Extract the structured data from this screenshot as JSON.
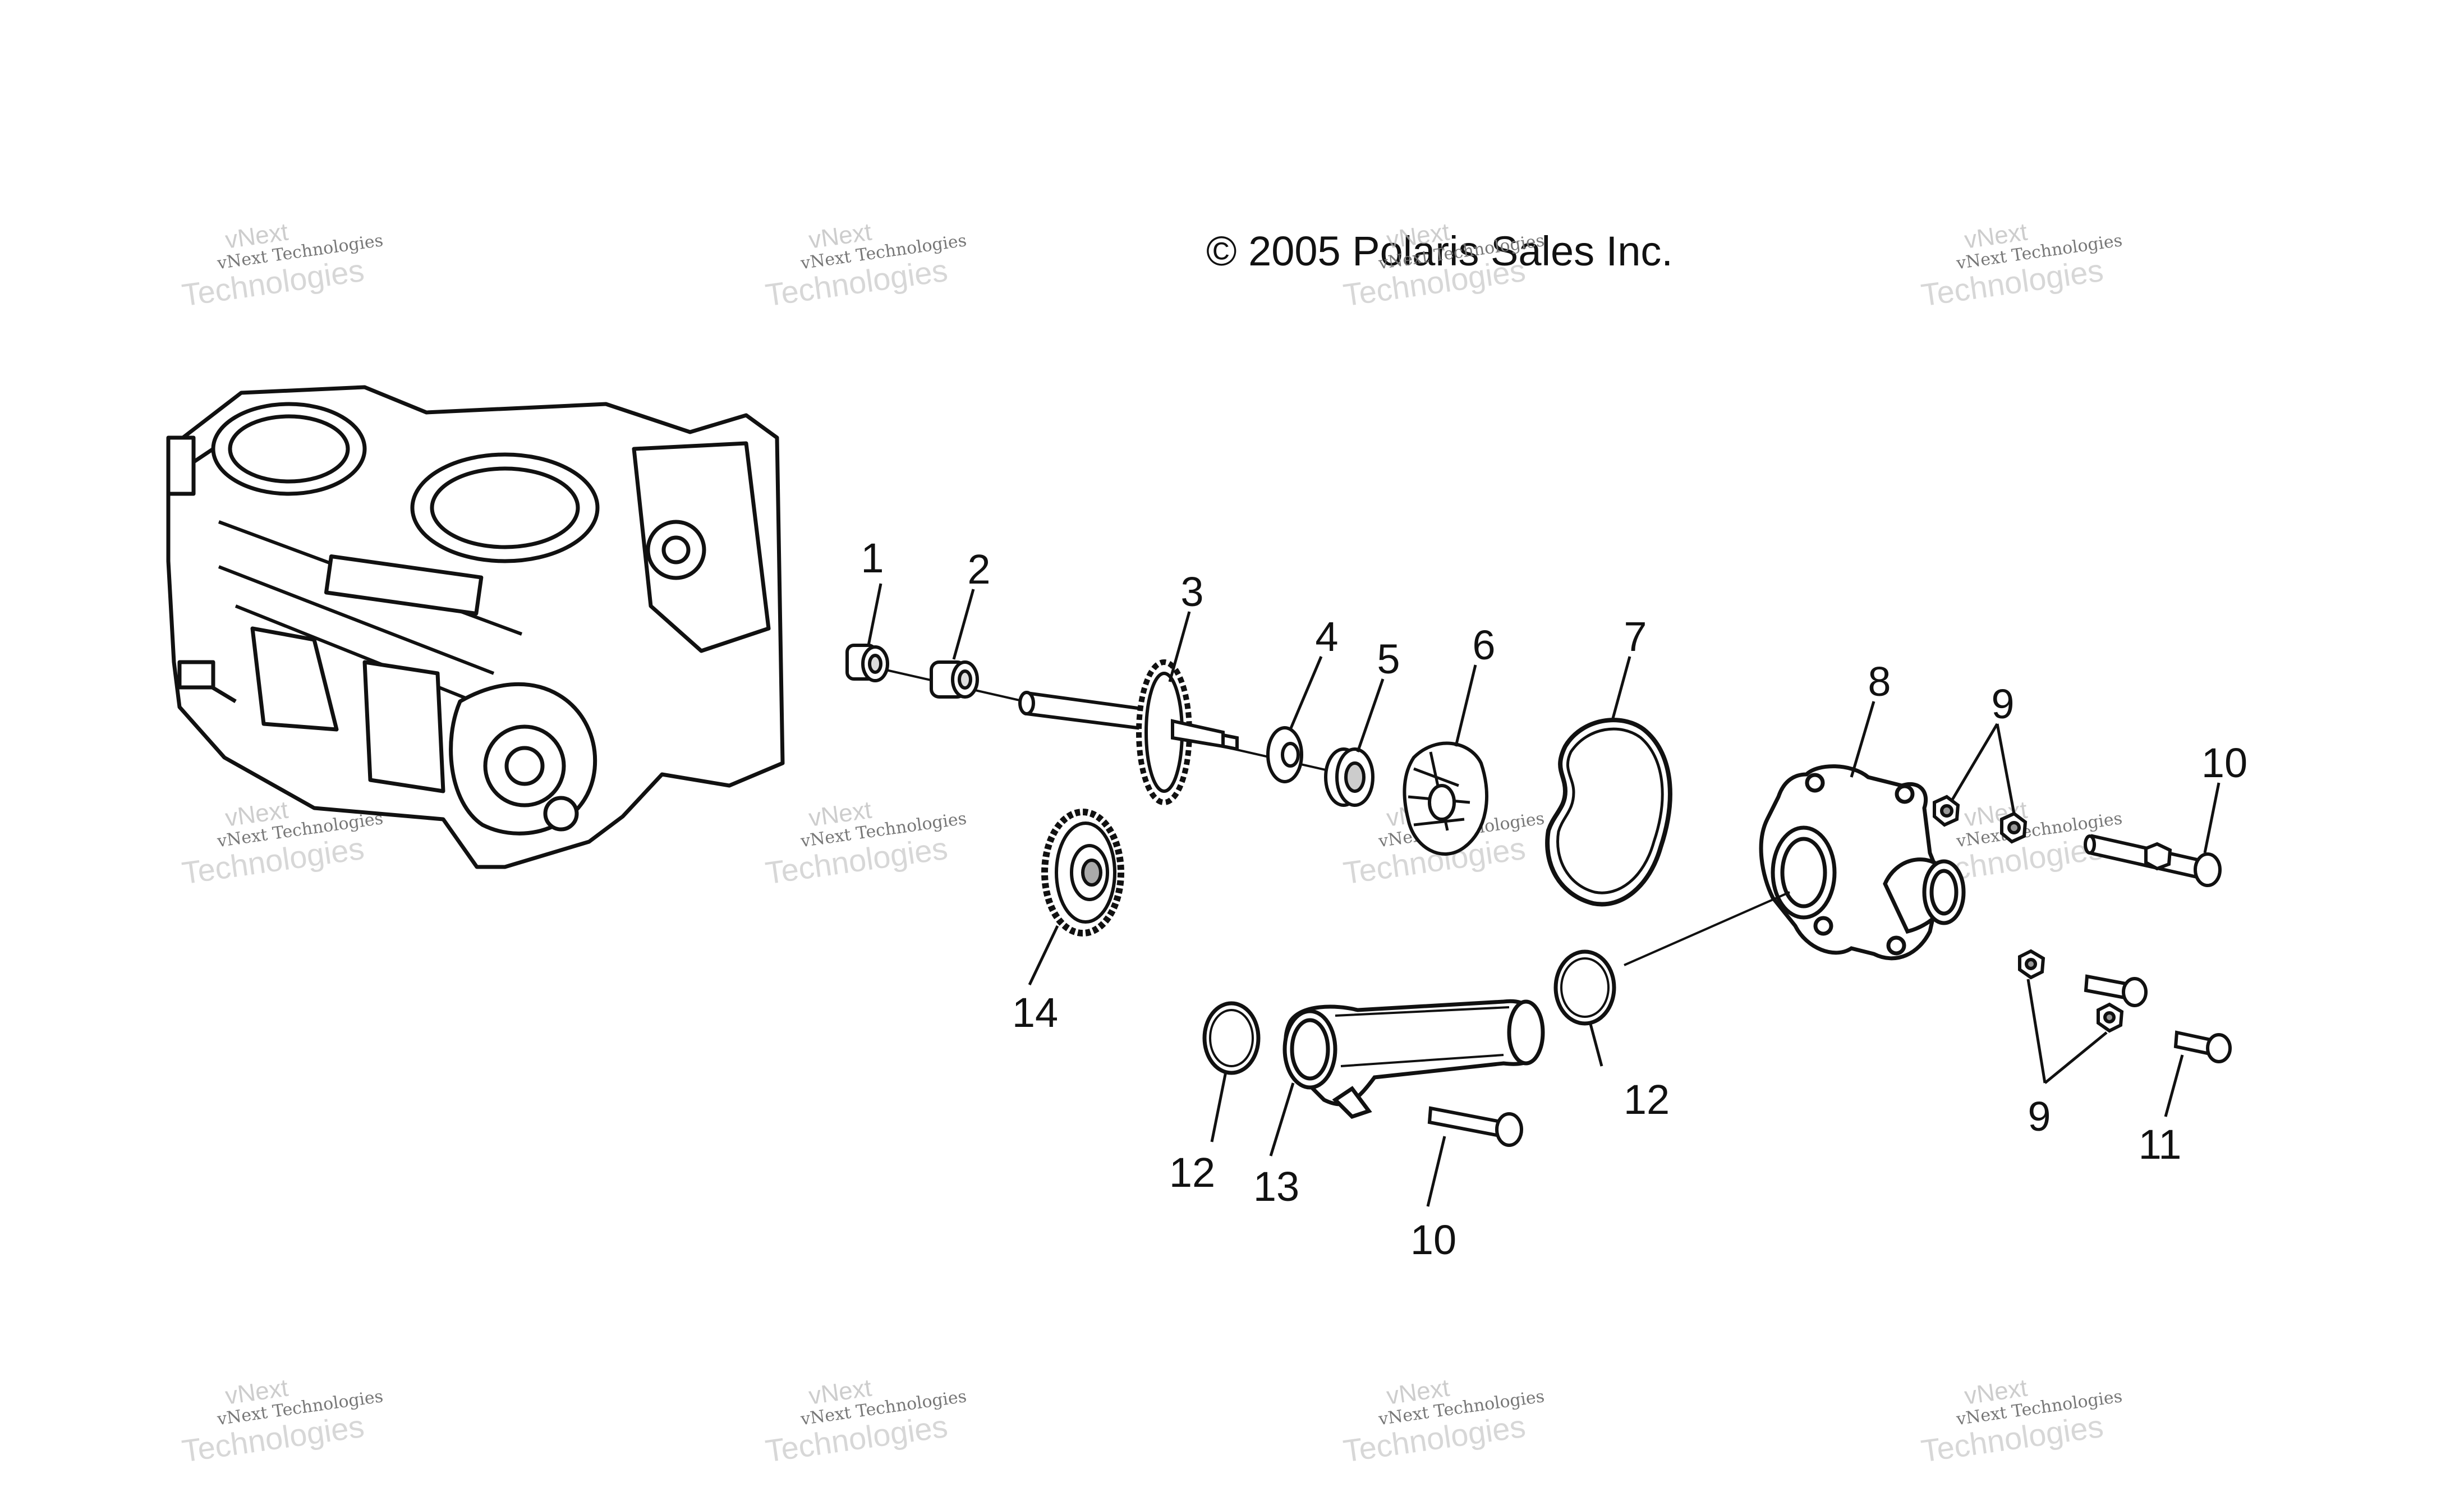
{
  "copyright": "© 2005 Polaris Sales Inc.",
  "watermark": {
    "line1": "vNext",
    "line2": "vNext Technologies",
    "line3": "Technologies"
  },
  "callouts": {
    "c1": "1",
    "c2": "2",
    "c3": "3",
    "c4": "4",
    "c5": "5",
    "c6": "6",
    "c7": "7",
    "c8": "8",
    "c9a": "9",
    "c9b": "9",
    "c10a": "10",
    "c10b": "10",
    "c11": "11",
    "c12a": "12",
    "c12b": "12",
    "c13": "13",
    "c14": "14"
  }
}
